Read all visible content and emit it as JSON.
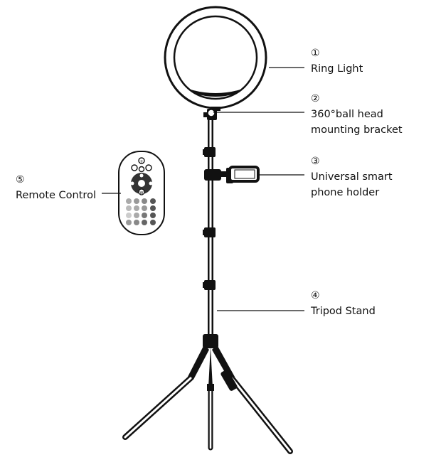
{
  "labels": {
    "ring_light": {
      "num": "①",
      "text": "Ring Light"
    },
    "ball_head": {
      "num": "②",
      "line1": "360°ball head",
      "line2": "mounting bracket"
    },
    "phone_holder": {
      "num": "③",
      "line1": "Universal smart",
      "line2": "phone holder"
    },
    "tripod": {
      "num": "④",
      "text": "Tripod Stand"
    },
    "remote": {
      "num": "⑤",
      "text": "Remote Control"
    }
  },
  "remote_keys": {
    "top": "+",
    "mode": "W"
  }
}
